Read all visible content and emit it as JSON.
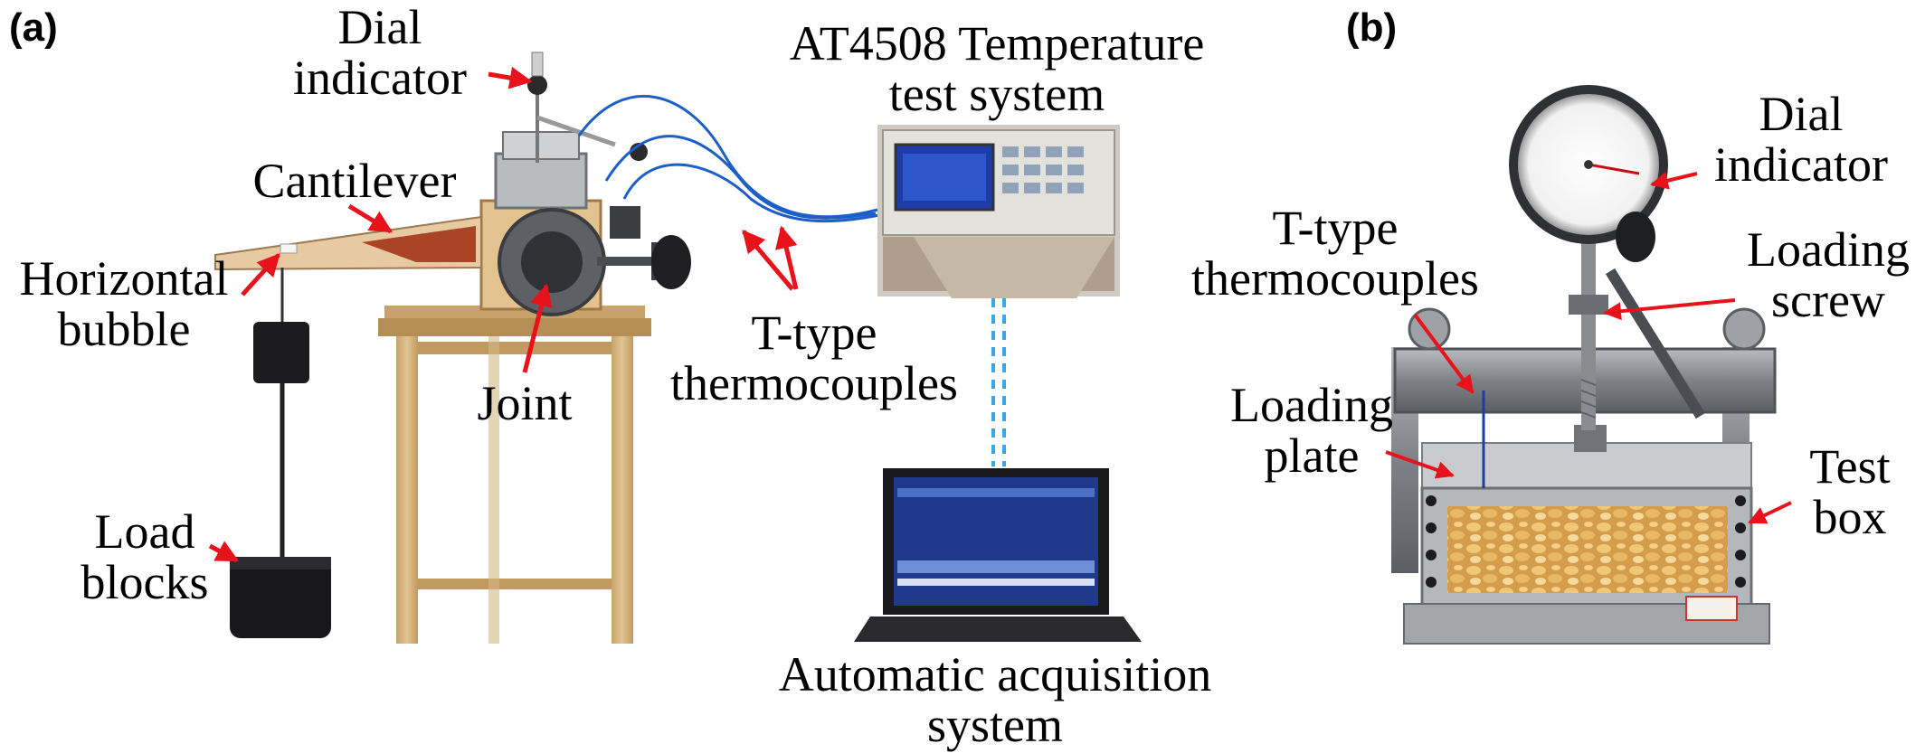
{
  "panel_a": {
    "tag": "(a)",
    "labels": {
      "dial_indicator_1": "Dial",
      "dial_indicator_2": "indicator",
      "cantilever": "Cantilever",
      "horizontal_bubble_1": "Horizontal",
      "horizontal_bubble_2": "bubble",
      "joint": "Joint",
      "load_blocks_1": "Load",
      "load_blocks_2": "blocks",
      "system_title_1": "AT4508 Temperature",
      "system_title_2": "test system",
      "thermocouples_1": "T-type",
      "thermocouples_2": "thermocouples",
      "acquisition_1": "Automatic acquisition",
      "acquisition_2": "system"
    }
  },
  "panel_b": {
    "tag": "(b)",
    "labels": {
      "dial_indicator_1": "Dial",
      "dial_indicator_2": "indicator",
      "thermocouples_1": "T-type",
      "thermocouples_2": "thermocouples",
      "loading_screw_1": "Loading",
      "loading_screw_2": "screw",
      "loading_plate_1": "Loading",
      "loading_plate_2": "plate",
      "test_box_1": "Test",
      "test_box_2": "box"
    }
  },
  "colors": {
    "arrow": "#e8121a",
    "cable": "#1d5fc9",
    "wood": "#d7b682",
    "steel": "#8c8f93",
    "corn": "#e3b25e"
  }
}
